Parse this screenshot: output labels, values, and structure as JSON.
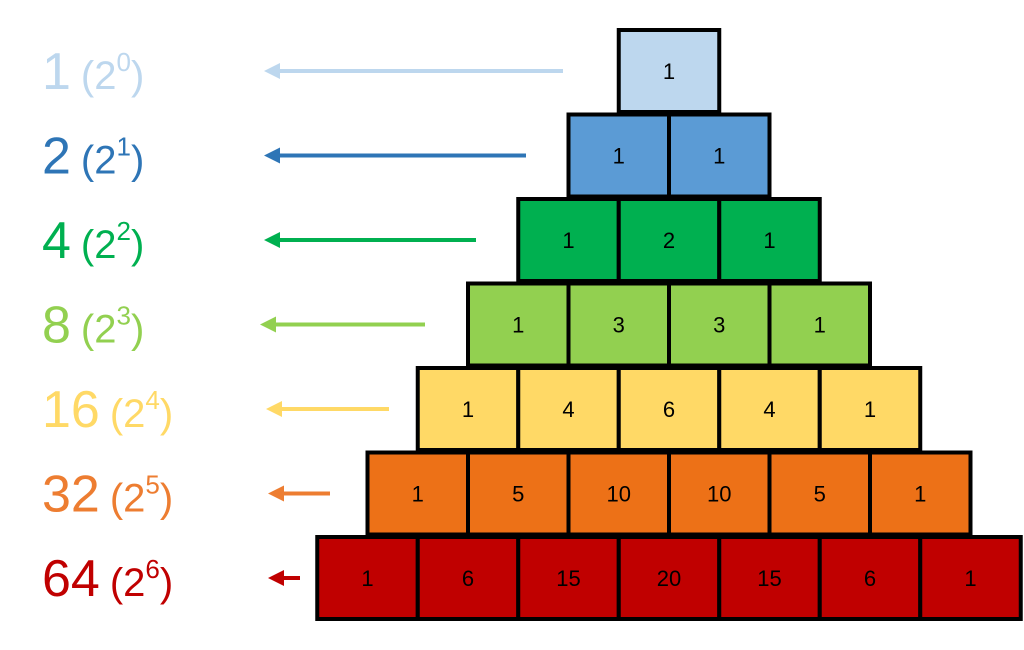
{
  "rows": [
    {
      "total": "1",
      "base": "2",
      "exponent": "0",
      "color": "#BDD7EE",
      "label_color": "#BDD7EE",
      "values": [
        "1"
      ]
    },
    {
      "total": "2",
      "base": "2",
      "exponent": "1",
      "color": "#5B9BD5",
      "label_color": "#2E75B6",
      "values": [
        "1",
        "1"
      ]
    },
    {
      "total": "4",
      "base": "2",
      "exponent": "2",
      "color": "#00B050",
      "label_color": "#00B050",
      "values": [
        "1",
        "2",
        "1"
      ]
    },
    {
      "total": "8",
      "base": "2",
      "exponent": "3",
      "color": "#92D050",
      "label_color": "#92D050",
      "values": [
        "1",
        "3",
        "3",
        "1"
      ]
    },
    {
      "total": "16",
      "base": "2",
      "exponent": "4",
      "color": "#FFD966",
      "label_color": "#FFD966",
      "values": [
        "1",
        "4",
        "6",
        "4",
        "1"
      ]
    },
    {
      "total": "32",
      "base": "2",
      "exponent": "5",
      "color": "#ED7117",
      "label_color": "#ED7D31",
      "values": [
        "1",
        "5",
        "10",
        "10",
        "5",
        "1"
      ]
    },
    {
      "total": "64",
      "base": "2",
      "exponent": "6",
      "color": "#C00000",
      "label_color": "#C00000",
      "values": [
        "1",
        "6",
        "15",
        "20",
        "15",
        "6",
        "1"
      ]
    }
  ]
}
